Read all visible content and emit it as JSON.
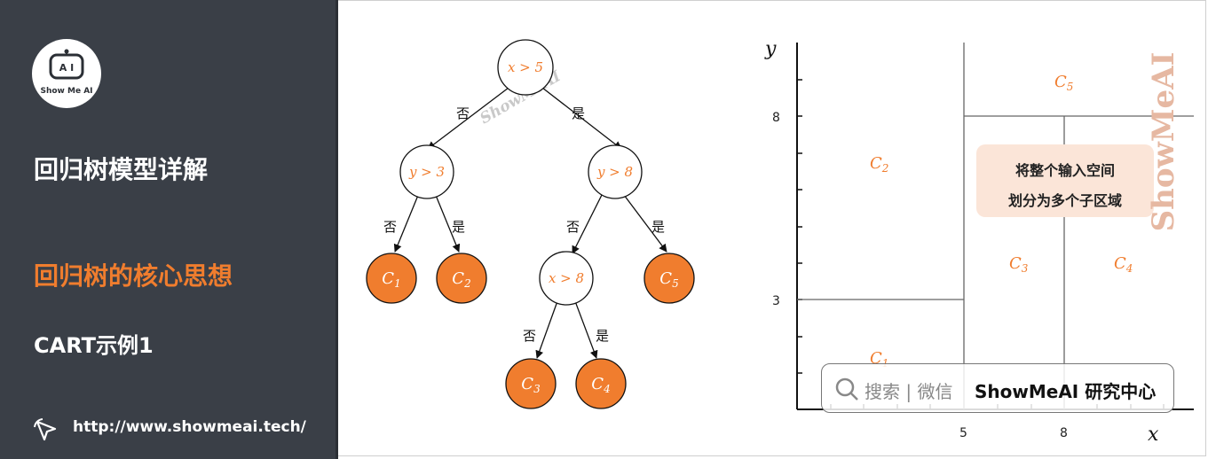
{
  "sidebar": {
    "logo_brand": "Show Me AI",
    "heading": "回归树模型详解",
    "subheading": "回归树的核心思想",
    "section": "CART示例1",
    "url": "http://www.showmeai.tech/"
  },
  "tree": {
    "nodes": [
      {
        "id": "n1",
        "label": "x > 5",
        "leaf": false
      },
      {
        "id": "n2",
        "label": "y > 3",
        "leaf": false
      },
      {
        "id": "n3",
        "label": "y > 8",
        "leaf": false
      },
      {
        "id": "n4",
        "label": "C",
        "sub": "1",
        "leaf": true
      },
      {
        "id": "n5",
        "label": "C",
        "sub": "2",
        "leaf": true
      },
      {
        "id": "n6",
        "label": "x > 8",
        "leaf": false
      },
      {
        "id": "n7",
        "label": "C",
        "sub": "5",
        "leaf": true
      },
      {
        "id": "n8",
        "label": "C",
        "sub": "3",
        "leaf": true
      },
      {
        "id": "n9",
        "label": "C",
        "sub": "4",
        "leaf": true
      }
    ],
    "edges": [
      {
        "from": "n1",
        "to": "n2",
        "label": "否"
      },
      {
        "from": "n1",
        "to": "n3",
        "label": "是"
      },
      {
        "from": "n2",
        "to": "n4",
        "label": "否"
      },
      {
        "from": "n2",
        "to": "n5",
        "label": "是"
      },
      {
        "from": "n3",
        "to": "n6",
        "label": "否"
      },
      {
        "from": "n3",
        "to": "n7",
        "label": "是"
      },
      {
        "from": "n6",
        "to": "n8",
        "label": "否"
      },
      {
        "from": "n6",
        "to": "n9",
        "label": "是"
      }
    ]
  },
  "partition": {
    "x_axis_label": "x",
    "y_axis_label": "y",
    "x_ticks": [
      "5",
      "8"
    ],
    "y_ticks": [
      "8",
      "3"
    ],
    "regions": [
      {
        "label": "C",
        "sub": "1"
      },
      {
        "label": "C",
        "sub": "2"
      },
      {
        "label": "C",
        "sub": "3"
      },
      {
        "label": "C",
        "sub": "4"
      },
      {
        "label": "C",
        "sub": "5"
      }
    ]
  },
  "callout": {
    "line1": "将整个输入空间",
    "line2": "划分为多个子区域"
  },
  "watermark": {
    "diagonal": "ShowMeAI",
    "vertical": "ShowMeAI",
    "search_text": "搜索 | 微信",
    "search_brand": "ShowMeAI 研究中心"
  },
  "colors": {
    "sidebar_bg": "#3a3f47",
    "accent": "#f07d2e",
    "callout_bg": "#fbe5d8"
  }
}
